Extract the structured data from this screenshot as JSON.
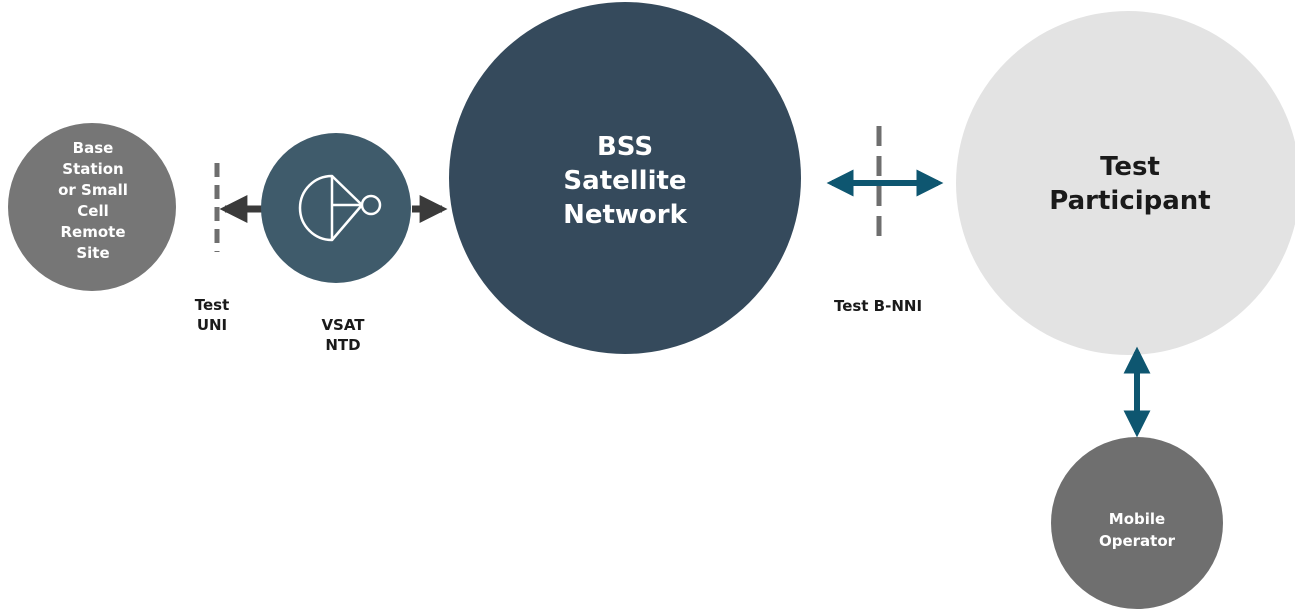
{
  "nodes": {
    "base_station": {
      "label": "Base Station or Small Cell Remote Site"
    },
    "vsat": {
      "label": "VSAT NTD",
      "icon": "satellite-dish-icon"
    },
    "bss": {
      "label": "BSS Satellite Network"
    },
    "participant": {
      "label": "Test Participant"
    },
    "mobile": {
      "label": "Mobile Operator"
    }
  },
  "interfaces": {
    "uni": {
      "label": "Test UNI"
    },
    "bnni": {
      "label": "Test B-NNI"
    }
  },
  "colors": {
    "base_station": "#767676",
    "vsat": "#3f5b6b",
    "bss": "#354a5c",
    "participant": "#e3e3e3",
    "mobile": "#6f6f6f",
    "dark_arrow": "#3a3a3a",
    "teal_arrow": "#0e5670",
    "dashed_line": "#6e6e6e"
  }
}
